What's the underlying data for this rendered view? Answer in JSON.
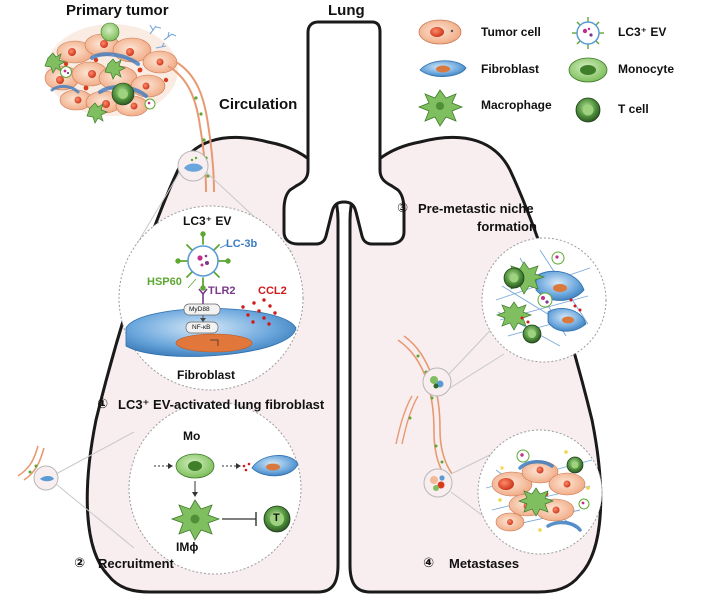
{
  "titles": {
    "primary_tumor": "Primary tumor",
    "lung": "Lung",
    "circulation": "Circulation"
  },
  "legend": {
    "tumor_cell": "Tumor cell",
    "fibroblast": "Fibroblast",
    "macrophage": "Macrophage",
    "lc3_ev": "LC3⁺ EV",
    "monocyte": "Monocyte",
    "t_cell": "T cell"
  },
  "left_lung": {
    "inset_title": "LC3⁺ EV",
    "lc3b": "LC-3b",
    "hsp60": "HSP60",
    "tlr2": "TLR2",
    "ccl2": "CCL2",
    "myd88": "MyD88",
    "nfkb": "NF-κB",
    "fibroblast": "Fibroblast",
    "step1_num": "①",
    "step1": "LC3⁺ EV-activated lung fibroblast",
    "mo": "Mo",
    "imphi": "IMϕ",
    "t": "T",
    "step2_num": "②",
    "step2": "Recruitment"
  },
  "right_lung": {
    "step3_num": "③",
    "step3_line1": "Pre-metastic niche",
    "step3_line2": "formation",
    "step4_num": "④",
    "step4": "Metastases"
  },
  "colors": {
    "lung_fill": "#f8eef0",
    "lung_stroke": "#1a1a1a",
    "tumor_cell": "#f4b996",
    "tumor_nucleus": "#d93a1c",
    "fibroblast": "#5b9bd5",
    "macrophage": "#7fbf5f",
    "monocyte": "#8fcc6a",
    "t_cell": "#2f6b2f",
    "vessel": "#e79a72",
    "ev_green": "#5da832",
    "ccl2_red": "#d01a1a"
  },
  "icons": [
    "tumor-cell-icon",
    "fibroblast-icon",
    "macrophage-icon",
    "lc3-ev-icon",
    "monocyte-icon",
    "t-cell-icon"
  ]
}
